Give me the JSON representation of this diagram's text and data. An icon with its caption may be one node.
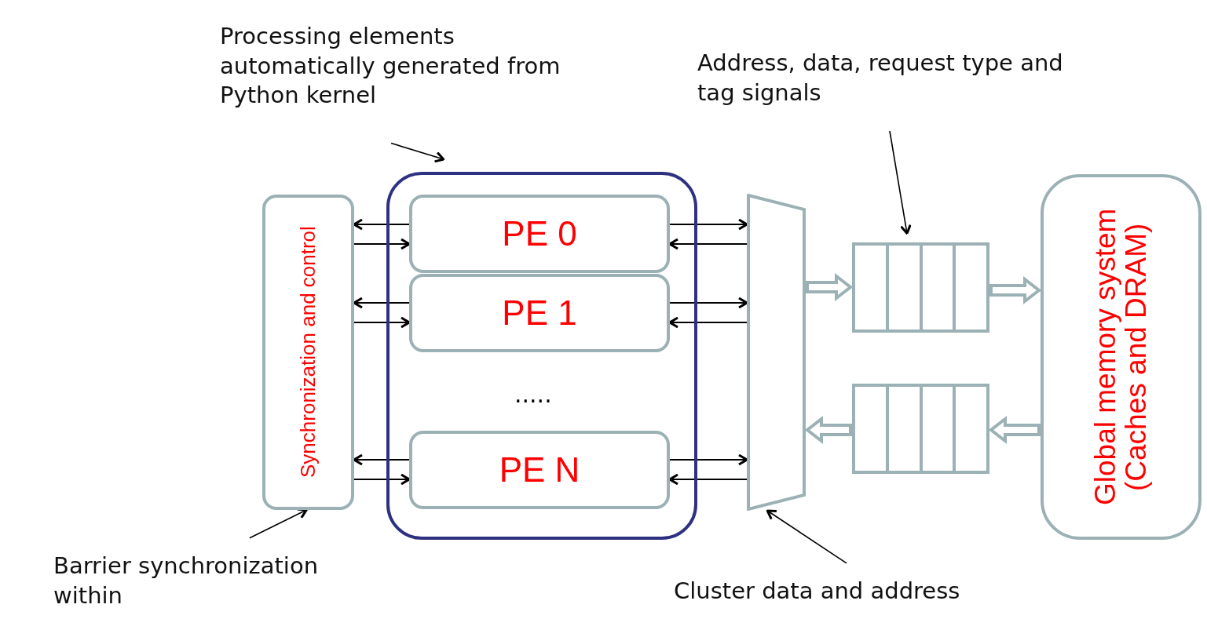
{
  "diagram": {
    "nodes": [
      {
        "text": [
          "Processing elements automatically generated from Python kernel"
        ]
      },
      {
        "text": [
          "Synchronization and control"
        ]
      },
      {
        "text": [],
        "shape": "box"
      },
      {
        "text": [
          "PE 0"
        ],
        "in": 2
      },
      {
        "text": [
          "PE 1"
        ],
        "in": 2
      },
      {
        "text": [
          "PE N"
        ],
        "in": 2
      },
      {
        "text": [],
        "shape": "trapezoid"
      },
      {
        "text": [],
        "shape": "box"
      },
      {
        "text": [],
        "shape": "box"
      },
      {
        "text": [
          "Global memory system (Caches and DRAM)"
        ]
      },
      {
        "text": [
          "Address, data, request type and tag signals"
        ]
      },
      {
        "text": [
          "Barrier synchronization within"
        ]
      },
      {
        "text": [
          "Cluster data and address"
        ]
      }
    ],
    "edges": [
      {
        "from": 3,
        "to": 1,
        "arrow": "to"
      },
      {
        "from": 1,
        "to": 3,
        "arrow": "to"
      },
      {
        "from": 4,
        "to": 1,
        "arrow": "to"
      },
      {
        "from": 1,
        "to": 4,
        "arrow": "to"
      },
      {
        "from": 5,
        "to": 1,
        "arrow": "to"
      },
      {
        "from": 1,
        "to": 5,
        "arrow": "to"
      },
      {
        "from": 3,
        "to": 6,
        "arrow": "to"
      },
      {
        "from": 6,
        "to": 3,
        "arrow": "to"
      },
      {
        "from": 4,
        "to": 6,
        "arrow": "to"
      },
      {
        "from": 6,
        "to": 4,
        "arrow": "to"
      },
      {
        "from": 5,
        "to": 6,
        "arrow": "to"
      },
      {
        "from": 6,
        "to": 5,
        "arrow": "to"
      },
      {
        "from": 6,
        "to": 7,
        "arrow": "to",
        "style": "thick",
        "color": "#9bb1b6"
      },
      {
        "from": 7,
        "to": 9,
        "arrow": "to",
        "style": "thick",
        "color": "#9bb1b6"
      },
      {
        "from": 9,
        "to": 8,
        "arrow": "to",
        "style": "thick",
        "color": "#9bb1b6"
      },
      {
        "from": 8,
        "to": 6,
        "arrow": "to",
        "style": "thick",
        "color": "#9bb1b6"
      },
      {
        "from": 0,
        "to": 2,
        "arrow": "to"
      },
      {
        "from": 10,
        "to": 7,
        "arrow": "to"
      },
      {
        "from": 11,
        "to": 1,
        "arrow": "to"
      },
      {
        "from": 12,
        "to": 6,
        "arrow": "to"
      }
    ],
    "labels": [
      "....."
    ]
  }
}
